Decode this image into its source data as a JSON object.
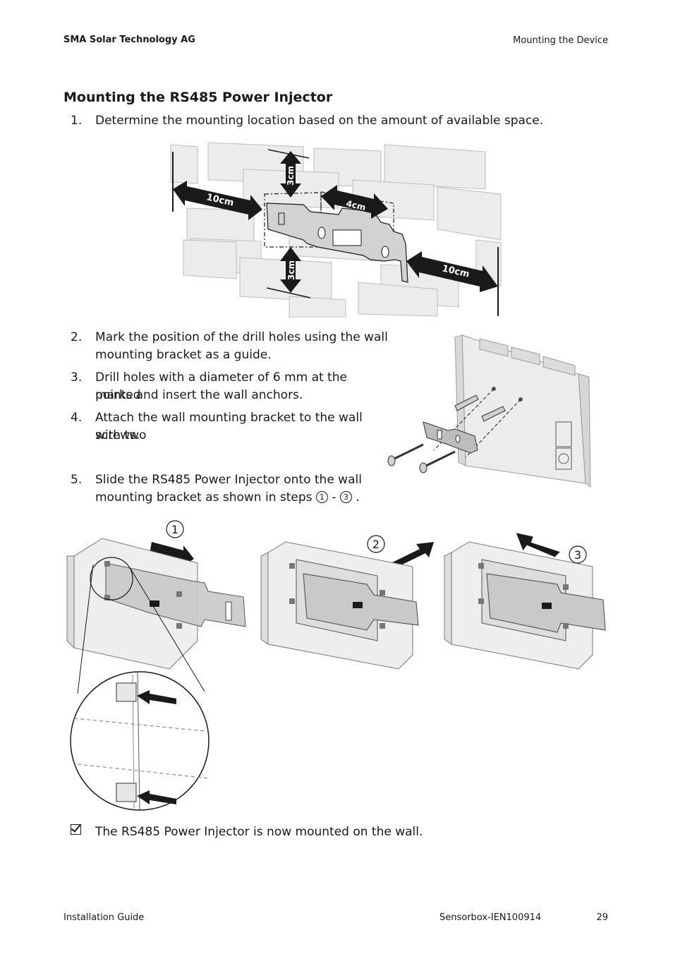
{
  "header": {
    "company": "SMA Solar Technology AG",
    "chapter": "Mounting the Device"
  },
  "section_title": "Mounting the RS485 Power Injector",
  "steps": [
    {
      "num": "1.",
      "lines": [
        "Determine the mounting location based on the amount of available space."
      ]
    },
    {
      "num": "2.",
      "lines": [
        "Mark the position of the drill holes using the wall",
        "mounting bracket as a guide."
      ]
    },
    {
      "num": "3.",
      "lines": [
        "Drill holes with a diameter of 6 mm at the marked",
        "points and insert the wall anchors."
      ]
    },
    {
      "num": "4.",
      "lines": [
        "Attach the wall mounting bracket to the wall with two",
        "screws."
      ]
    },
    {
      "num": "5.",
      "lines": [
        "Slide the RS485 Power Injector onto the wall",
        "mounting bracket as shown in steps"
      ],
      "ref_start": "1",
      "ref_sep": " - ",
      "ref_end": "3",
      "ref_tail": " ."
    }
  ],
  "figure1": {
    "left_clearance": "10cm",
    "top_clearance": "3cm",
    "bracket_gap": "4cm",
    "bottom_clearance": "3cm",
    "right_clearance": "10cm"
  },
  "figure3": {
    "step1": "1",
    "step2": "2",
    "step3": "3"
  },
  "result": "The RS485 Power Injector is now mounted on the wall.",
  "footer": {
    "guide": "Installation Guide",
    "doc_id": "Sensorbox-IEN100914",
    "page": "29"
  }
}
